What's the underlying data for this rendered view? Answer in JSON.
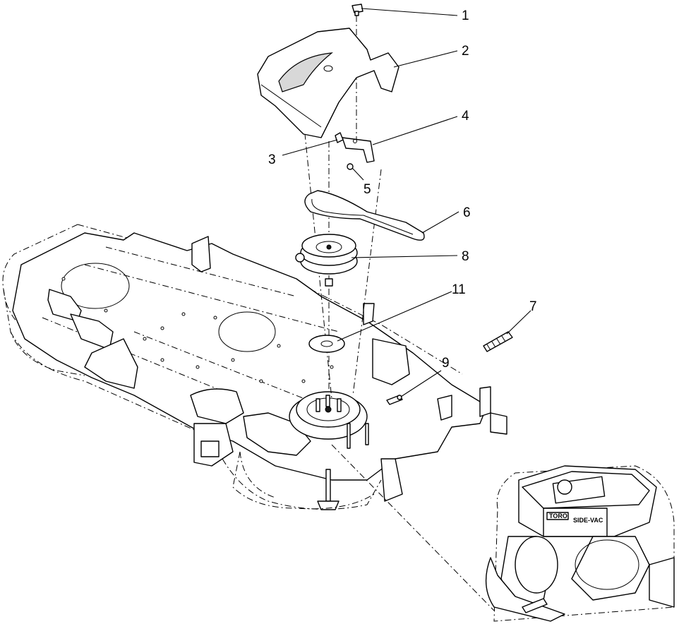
{
  "diagram": {
    "callouts": [
      {
        "id": "1",
        "label": "1"
      },
      {
        "id": "2",
        "label": "2"
      },
      {
        "id": "3",
        "label": "3"
      },
      {
        "id": "4",
        "label": "4"
      },
      {
        "id": "5",
        "label": "5"
      },
      {
        "id": "6",
        "label": "6"
      },
      {
        "id": "7",
        "label": "7"
      },
      {
        "id": "8",
        "label": "8"
      },
      {
        "id": "9",
        "label": "9"
      },
      {
        "id": "11",
        "label": "11"
      }
    ],
    "engine_brand": "TORO",
    "engine_model": "SIDE-VAC"
  }
}
